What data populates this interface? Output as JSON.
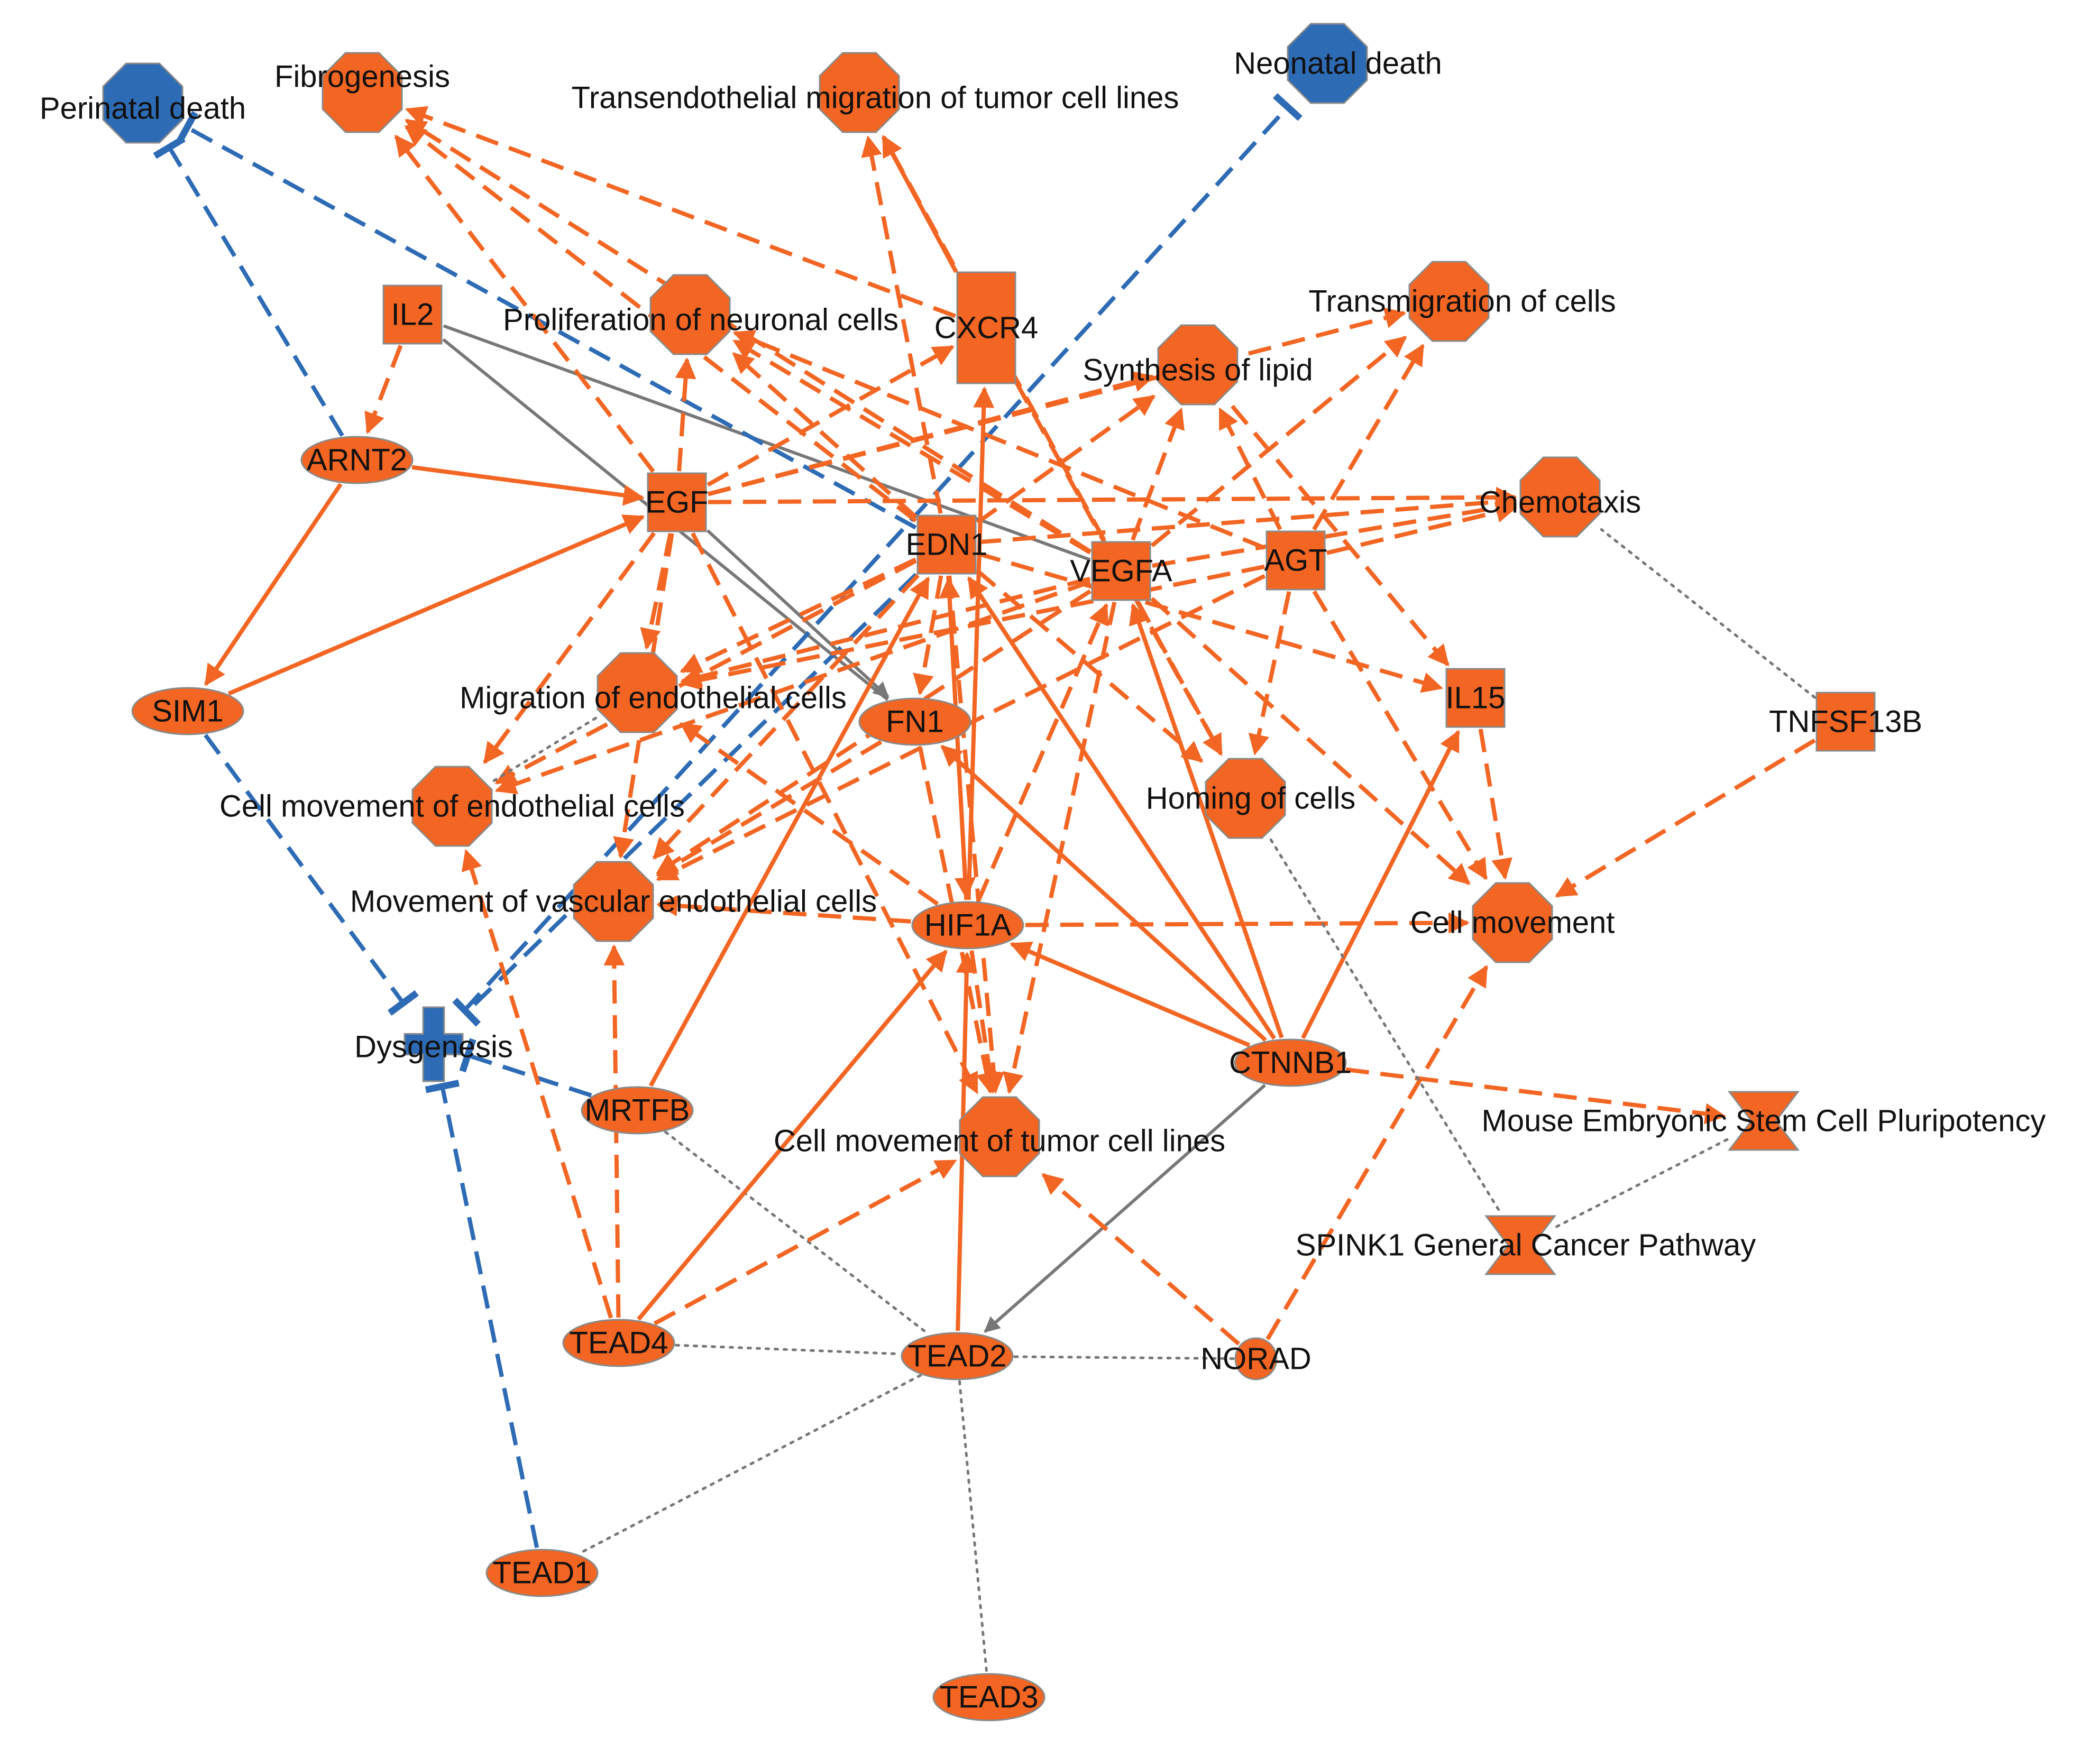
{
  "colors": {
    "activated": "#f26522",
    "inhibited": "#2e6bb5",
    "neutral": "#777777",
    "node_stroke": "#8a8a8a"
  },
  "nodes": [
    {
      "id": "perinatal",
      "label": "Perinatal death",
      "shape": "octagon",
      "state": "inhibited"
    },
    {
      "id": "fibro",
      "label": "Fibrogenesis",
      "shape": "octagon",
      "state": "activated"
    },
    {
      "id": "transendo",
      "label": "Transendothelial migration of tumor cell lines",
      "shape": "octagon",
      "state": "activated"
    },
    {
      "id": "neonatal",
      "label": "Neonatal death",
      "shape": "octagon",
      "state": "inhibited"
    },
    {
      "id": "il2",
      "label": "IL2",
      "shape": "square",
      "state": "activated"
    },
    {
      "id": "prolif",
      "label": "Proliferation of neuronal cells",
      "shape": "octagon",
      "state": "activated"
    },
    {
      "id": "cxcr4",
      "label": "CXCR4",
      "shape": "rect-tall",
      "state": "activated"
    },
    {
      "id": "transmig",
      "label": "Transmigration of cells",
      "shape": "octagon",
      "state": "activated"
    },
    {
      "id": "synth",
      "label": "Synthesis of lipid",
      "shape": "octagon",
      "state": "activated"
    },
    {
      "id": "arnt2",
      "label": "ARNT2",
      "shape": "ellipse",
      "state": "activated"
    },
    {
      "id": "egf",
      "label": "EGF",
      "shape": "square",
      "state": "activated"
    },
    {
      "id": "edn1",
      "label": "EDN1",
      "shape": "square",
      "state": "activated"
    },
    {
      "id": "vegfa",
      "label": "VEGFA",
      "shape": "square",
      "state": "activated"
    },
    {
      "id": "agt",
      "label": "AGT",
      "shape": "square",
      "state": "activated"
    },
    {
      "id": "chemo",
      "label": "Chemotaxis",
      "shape": "octagon",
      "state": "activated"
    },
    {
      "id": "sim1",
      "label": "SIM1",
      "shape": "ellipse",
      "state": "activated"
    },
    {
      "id": "migendo",
      "label": "Migration of endothelial cells",
      "shape": "octagon",
      "state": "activated"
    },
    {
      "id": "fn1",
      "label": "FN1",
      "shape": "ellipse",
      "state": "activated"
    },
    {
      "id": "il15",
      "label": "IL15",
      "shape": "square",
      "state": "activated"
    },
    {
      "id": "tnfsf",
      "label": "TNFSF13B",
      "shape": "square",
      "state": "activated"
    },
    {
      "id": "cellmovendo",
      "label": "Cell movement of endothelial cells",
      "shape": "octagon",
      "state": "activated"
    },
    {
      "id": "homing",
      "label": "Homing of cells",
      "shape": "octagon",
      "state": "activated"
    },
    {
      "id": "movvasc",
      "label": "Movement of vascular endothelial cells",
      "shape": "octagon",
      "state": "activated"
    },
    {
      "id": "hif1a",
      "label": "HIF1A",
      "shape": "ellipse",
      "state": "activated"
    },
    {
      "id": "cellmov",
      "label": "Cell movement",
      "shape": "octagon",
      "state": "activated"
    },
    {
      "id": "dysgen",
      "label": "Dysgenesis",
      "shape": "cross",
      "state": "inhibited"
    },
    {
      "id": "ctnnb1",
      "label": "CTNNB1",
      "shape": "ellipse",
      "state": "activated"
    },
    {
      "id": "mrtfb",
      "label": "MRTFB",
      "shape": "ellipse",
      "state": "activated"
    },
    {
      "id": "mesc",
      "label": "Mouse Embryonic Stem Cell Pluripotency",
      "shape": "hourglass",
      "state": "activated"
    },
    {
      "id": "cellmovtumor",
      "label": "Cell movement of tumor cell lines",
      "shape": "octagon",
      "state": "activated"
    },
    {
      "id": "spink1",
      "label": "SPINK1 General Cancer Pathway",
      "shape": "hourglass",
      "state": "activated"
    },
    {
      "id": "tead4",
      "label": "TEAD4",
      "shape": "ellipse",
      "state": "activated"
    },
    {
      "id": "tead2",
      "label": "TEAD2",
      "shape": "ellipse",
      "state": "activated"
    },
    {
      "id": "norad",
      "label": "NORAD",
      "shape": "circle",
      "state": "activated"
    },
    {
      "id": "tead1",
      "label": "TEAD1",
      "shape": "ellipse",
      "state": "activated"
    },
    {
      "id": "tead3",
      "label": "TEAD3",
      "shape": "ellipse",
      "state": "activated"
    }
  ],
  "edges": [
    {
      "from": "il2",
      "to": "arnt2",
      "style": "dashed",
      "color": "activated",
      "end": "arrow"
    },
    {
      "from": "il2",
      "to": "vegfa",
      "style": "solid",
      "color": "neutral",
      "end": "none"
    },
    {
      "from": "il2",
      "to": "fn1",
      "style": "solid",
      "color": "neutral",
      "end": "none"
    },
    {
      "from": "arnt2",
      "to": "perinatal",
      "style": "dashed",
      "color": "inhibited",
      "end": "bar"
    },
    {
      "from": "arnt2",
      "to": "egf",
      "style": "solid",
      "color": "activated",
      "end": "arrow"
    },
    {
      "from": "arnt2",
      "to": "sim1",
      "style": "solid",
      "color": "activated",
      "end": "arrow"
    },
    {
      "from": "sim1",
      "to": "egf",
      "style": "solid",
      "color": "activated",
      "end": "arrow"
    },
    {
      "from": "sim1",
      "to": "dysgen",
      "style": "dashed",
      "color": "inhibited",
      "end": "bar"
    },
    {
      "from": "edn1",
      "to": "perinatal",
      "style": "dashed",
      "color": "inhibited",
      "end": "bar"
    },
    {
      "from": "edn1",
      "to": "dysgen",
      "style": "dashed",
      "color": "inhibited",
      "end": "bar"
    },
    {
      "from": "dysgen",
      "to": "neonatal",
      "style": "dashed",
      "color": "inhibited",
      "end": "bar"
    },
    {
      "from": "mrtfb",
      "to": "dysgen",
      "style": "dashed",
      "color": "inhibited",
      "end": "bar"
    },
    {
      "from": "tead1",
      "to": "dysgen",
      "style": "dashed",
      "color": "inhibited",
      "end": "bar"
    },
    {
      "from": "egf",
      "to": "fibro",
      "style": "dashed",
      "color": "activated",
      "end": "arrow"
    },
    {
      "from": "egf",
      "to": "prolif",
      "style": "dashed",
      "color": "activated",
      "end": "arrow"
    },
    {
      "from": "egf",
      "to": "cxcr4",
      "style": "dashed",
      "color": "activated",
      "end": "arrow"
    },
    {
      "from": "egf",
      "to": "synth",
      "style": "dashed",
      "color": "activated",
      "end": "arrow"
    },
    {
      "from": "egf",
      "to": "transmig",
      "style": "dashed",
      "color": "activated",
      "end": "arrow"
    },
    {
      "from": "egf",
      "to": "migendo",
      "style": "dashed",
      "color": "activated",
      "end": "arrow"
    },
    {
      "from": "egf",
      "to": "cellmovendo",
      "style": "dashed",
      "color": "activated",
      "end": "arrow"
    },
    {
      "from": "egf",
      "to": "movvasc",
      "style": "dashed",
      "color": "activated",
      "end": "arrow"
    },
    {
      "from": "egf",
      "to": "cellmovtumor",
      "style": "dashed",
      "color": "activated",
      "end": "arrow"
    },
    {
      "from": "egf",
      "to": "chemo",
      "style": "dashed",
      "color": "activated",
      "end": "arrow"
    },
    {
      "from": "egf",
      "to": "fn1",
      "style": "solid",
      "color": "neutral",
      "end": "arrow"
    },
    {
      "from": "edn1",
      "to": "fibro",
      "style": "dashed",
      "color": "activated",
      "end": "arrow"
    },
    {
      "from": "edn1",
      "to": "prolif",
      "style": "dashed",
      "color": "activated",
      "end": "arrow"
    },
    {
      "from": "edn1",
      "to": "transendo",
      "style": "dashed",
      "color": "activated",
      "end": "arrow"
    },
    {
      "from": "edn1",
      "to": "synth",
      "style": "dashed",
      "color": "activated",
      "end": "arrow"
    },
    {
      "from": "edn1",
      "to": "chemo",
      "style": "dashed",
      "color": "activated",
      "end": "arrow"
    },
    {
      "from": "edn1",
      "to": "migendo",
      "style": "dashed",
      "color": "activated",
      "end": "arrow"
    },
    {
      "from": "edn1",
      "to": "cellmovendo",
      "style": "dashed",
      "color": "activated",
      "end": "arrow"
    },
    {
      "from": "edn1",
      "to": "movvasc",
      "style": "dashed",
      "color": "activated",
      "end": "arrow"
    },
    {
      "from": "edn1",
      "to": "homing",
      "style": "dashed",
      "color": "activated",
      "end": "arrow"
    },
    {
      "from": "edn1",
      "to": "il15",
      "style": "dashed",
      "color": "activated",
      "end": "arrow"
    },
    {
      "from": "edn1",
      "to": "cellmovtumor",
      "style": "dashed",
      "color": "activated",
      "end": "arrow"
    },
    {
      "from": "edn1",
      "to": "fn1",
      "style": "dashed",
      "color": "activated",
      "end": "arrow"
    },
    {
      "from": "edn1",
      "to": "hif1a",
      "style": "dashed",
      "color": "activated",
      "end": "arrow"
    },
    {
      "from": "vegfa",
      "to": "fibro",
      "style": "dashed",
      "color": "activated",
      "end": "arrow"
    },
    {
      "from": "vegfa",
      "to": "transendo",
      "style": "dashed",
      "color": "activated",
      "end": "arrow"
    },
    {
      "from": "vegfa",
      "to": "prolif",
      "style": "dashed",
      "color": "activated",
      "end": "arrow"
    },
    {
      "from": "vegfa",
      "to": "synth",
      "style": "dashed",
      "color": "activated",
      "end": "arrow"
    },
    {
      "from": "vegfa",
      "to": "transmig",
      "style": "dashed",
      "color": "activated",
      "end": "arrow"
    },
    {
      "from": "vegfa",
      "to": "chemo",
      "style": "dashed",
      "color": "activated",
      "end": "arrow"
    },
    {
      "from": "vegfa",
      "to": "migendo",
      "style": "dashed",
      "color": "activated",
      "end": "arrow"
    },
    {
      "from": "vegfa",
      "to": "cellmovendo",
      "style": "dashed",
      "color": "activated",
      "end": "arrow"
    },
    {
      "from": "vegfa",
      "to": "movvasc",
      "style": "dashed",
      "color": "activated",
      "end": "arrow"
    },
    {
      "from": "vegfa",
      "to": "homing",
      "style": "dashed",
      "color": "activated",
      "end": "arrow"
    },
    {
      "from": "vegfa",
      "to": "cellmovtumor",
      "style": "dashed",
      "color": "activated",
      "end": "arrow"
    },
    {
      "from": "vegfa",
      "to": "cellmov",
      "style": "dashed",
      "color": "activated",
      "end": "arrow"
    },
    {
      "from": "agt",
      "to": "prolif",
      "style": "dashed",
      "color": "activated",
      "end": "arrow"
    },
    {
      "from": "agt",
      "to": "synth",
      "style": "dashed",
      "color": "activated",
      "end": "arrow"
    },
    {
      "from": "agt",
      "to": "transmig",
      "style": "dashed",
      "color": "activated",
      "end": "arrow"
    },
    {
      "from": "agt",
      "to": "chemo",
      "style": "dashed",
      "color": "activated",
      "end": "arrow"
    },
    {
      "from": "agt",
      "to": "migendo",
      "style": "dashed",
      "color": "activated",
      "end": "arrow"
    },
    {
      "from": "agt",
      "to": "movvasc",
      "style": "dashed",
      "color": "activated",
      "end": "arrow"
    },
    {
      "from": "agt",
      "to": "homing",
      "style": "dashed",
      "color": "activated",
      "end": "arrow"
    },
    {
      "from": "agt",
      "to": "cellmov",
      "style": "dashed",
      "color": "activated",
      "end": "arrow"
    },
    {
      "from": "cxcr4",
      "to": "fibro",
      "style": "dashed",
      "color": "activated",
      "end": "arrow"
    },
    {
      "from": "cxcr4",
      "to": "transendo",
      "style": "solid",
      "color": "activated",
      "end": "arrow"
    },
    {
      "from": "cxcr4",
      "to": "homing",
      "style": "dashed",
      "color": "activated",
      "end": "arrow"
    },
    {
      "from": "synth",
      "to": "il15",
      "style": "dashed",
      "color": "activated",
      "end": "arrow"
    },
    {
      "from": "il15",
      "to": "cellmov",
      "style": "dashed",
      "color": "activated",
      "end": "arrow"
    },
    {
      "from": "tnfsf",
      "to": "cellmov",
      "style": "dashed",
      "color": "activated",
      "end": "arrow"
    },
    {
      "from": "tnfsf",
      "to": "chemo",
      "style": "dotted",
      "color": "neutral",
      "end": "none"
    },
    {
      "from": "hif1a",
      "to": "cxcr4",
      "style": "solid",
      "color": "activated",
      "end": "arrow"
    },
    {
      "from": "hif1a",
      "to": "edn1",
      "style": "solid",
      "color": "activated",
      "end": "arrow"
    },
    {
      "from": "hif1a",
      "to": "vegfa",
      "style": "dashed",
      "color": "activated",
      "end": "arrow"
    },
    {
      "from": "hif1a",
      "to": "cellmov",
      "style": "dashed",
      "color": "activated",
      "end": "arrow"
    },
    {
      "from": "hif1a",
      "to": "migendo",
      "style": "dashed",
      "color": "activated",
      "end": "arrow"
    },
    {
      "from": "hif1a",
      "to": "movvasc",
      "style": "dashed",
      "color": "activated",
      "end": "arrow"
    },
    {
      "from": "hif1a",
      "to": "cellmovtumor",
      "style": "dashed",
      "color": "activated",
      "end": "arrow"
    },
    {
      "from": "fn1",
      "to": "cellmovtumor",
      "style": "dashed",
      "color": "activated",
      "end": "arrow"
    },
    {
      "from": "fn1",
      "to": "movvasc",
      "style": "dashed",
      "color": "activated",
      "end": "arrow"
    },
    {
      "from": "ctnnb1",
      "to": "hif1a",
      "style": "solid",
      "color": "activated",
      "end": "arrow"
    },
    {
      "from": "ctnnb1",
      "to": "edn1",
      "style": "solid",
      "color": "activated",
      "end": "arrow"
    },
    {
      "from": "ctnnb1",
      "to": "vegfa",
      "style": "solid",
      "color": "activated",
      "end": "arrow"
    },
    {
      "from": "ctnnb1",
      "to": "fn1",
      "style": "solid",
      "color": "activated",
      "end": "arrow"
    },
    {
      "from": "ctnnb1",
      "to": "il15",
      "style": "solid",
      "color": "activated",
      "end": "arrow"
    },
    {
      "from": "ctnnb1",
      "to": "tead2",
      "style": "solid",
      "color": "neutral",
      "end": "arrow"
    },
    {
      "from": "ctnnb1",
      "to": "mesc",
      "style": "dashed",
      "color": "activated",
      "end": "arrow"
    },
    {
      "from": "mrtfb",
      "to": "edn1",
      "style": "solid",
      "color": "activated",
      "end": "arrow"
    },
    {
      "from": "mrtfb",
      "to": "tead2",
      "style": "dotted",
      "color": "neutral",
      "end": "none"
    },
    {
      "from": "tead4",
      "to": "cellmovendo",
      "style": "dashed",
      "color": "activated",
      "end": "arrow"
    },
    {
      "from": "tead4",
      "to": "movvasc",
      "style": "dashed",
      "color": "activated",
      "end": "arrow"
    },
    {
      "from": "tead4",
      "to": "hif1a",
      "style": "solid",
      "color": "activated",
      "end": "arrow"
    },
    {
      "from": "tead4",
      "to": "cellmovtumor",
      "style": "dashed",
      "color": "activated",
      "end": "arrow"
    },
    {
      "from": "tead4",
      "to": "tead2",
      "style": "dotted",
      "color": "neutral",
      "end": "none"
    },
    {
      "from": "tead2",
      "to": "hif1a",
      "style": "solid",
      "color": "activated",
      "end": "arrow"
    },
    {
      "from": "tead2",
      "to": "norad",
      "style": "dotted",
      "color": "neutral",
      "end": "none"
    },
    {
      "from": "tead2",
      "to": "tead1",
      "style": "dotted",
      "color": "neutral",
      "end": "none"
    },
    {
      "from": "tead2",
      "to": "tead3",
      "style": "dotted",
      "color": "neutral",
      "end": "none"
    },
    {
      "from": "norad",
      "to": "cellmovtumor",
      "style": "dashed",
      "color": "activated",
      "end": "arrow"
    },
    {
      "from": "norad",
      "to": "cellmov",
      "style": "dashed",
      "color": "activated",
      "end": "arrow"
    },
    {
      "from": "homing",
      "to": "spink1",
      "style": "dotted",
      "color": "neutral",
      "end": "none"
    },
    {
      "from": "spink1",
      "to": "mesc",
      "style": "dotted",
      "color": "neutral",
      "end": "none"
    },
    {
      "from": "migendo",
      "to": "cellmovendo",
      "style": "dotted",
      "color": "neutral",
      "end": "none"
    }
  ]
}
